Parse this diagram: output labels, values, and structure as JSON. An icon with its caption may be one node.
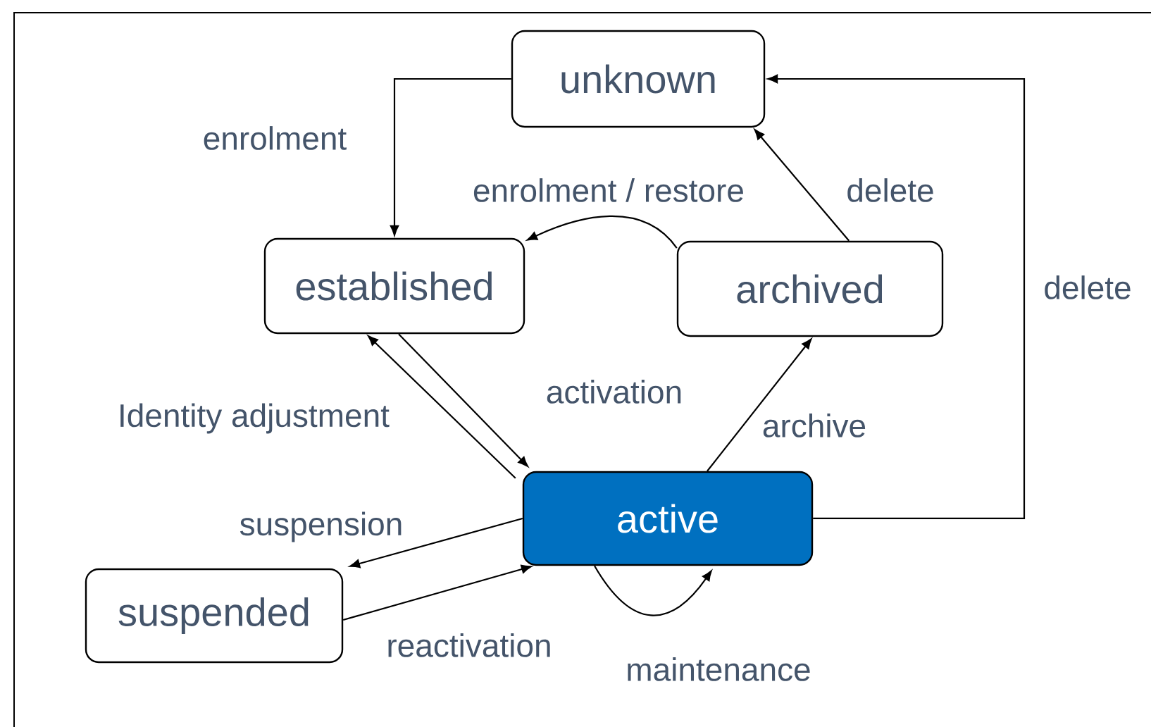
{
  "diagram": {
    "nodes": [
      {
        "text": [
          "unknown"
        ]
      },
      {
        "text": [
          "established"
        ]
      },
      {
        "text": [
          "archived"
        ]
      },
      {
        "text": [
          "active"
        ]
      },
      {
        "text": [
          "suspended"
        ]
      }
    ],
    "edges": [
      {
        "from": 0,
        "to": 1,
        "arrow": "to",
        "label": "enrolment"
      },
      {
        "from": 2,
        "to": 1,
        "arrow": "to",
        "label": "enrolment / restore"
      },
      {
        "from": 2,
        "to": 0,
        "arrow": "to",
        "label": "delete"
      },
      {
        "from": 3,
        "to": 0,
        "arrow": "to",
        "label": "delete"
      },
      {
        "from": 3,
        "to": 1,
        "arrow": "to",
        "label": "Identity adjustment"
      },
      {
        "from": 1,
        "to": 3,
        "arrow": "to",
        "label": "activation"
      },
      {
        "from": 3,
        "to": 2,
        "arrow": "to",
        "label": "archive"
      },
      {
        "from": 3,
        "to": 4,
        "arrow": "to",
        "label": "suspension"
      },
      {
        "from": 4,
        "to": 3,
        "arrow": "to",
        "label": "reactivation"
      },
      {
        "from": 3,
        "to": 3,
        "arrow": "to",
        "label": "maintenance"
      }
    ]
  }
}
